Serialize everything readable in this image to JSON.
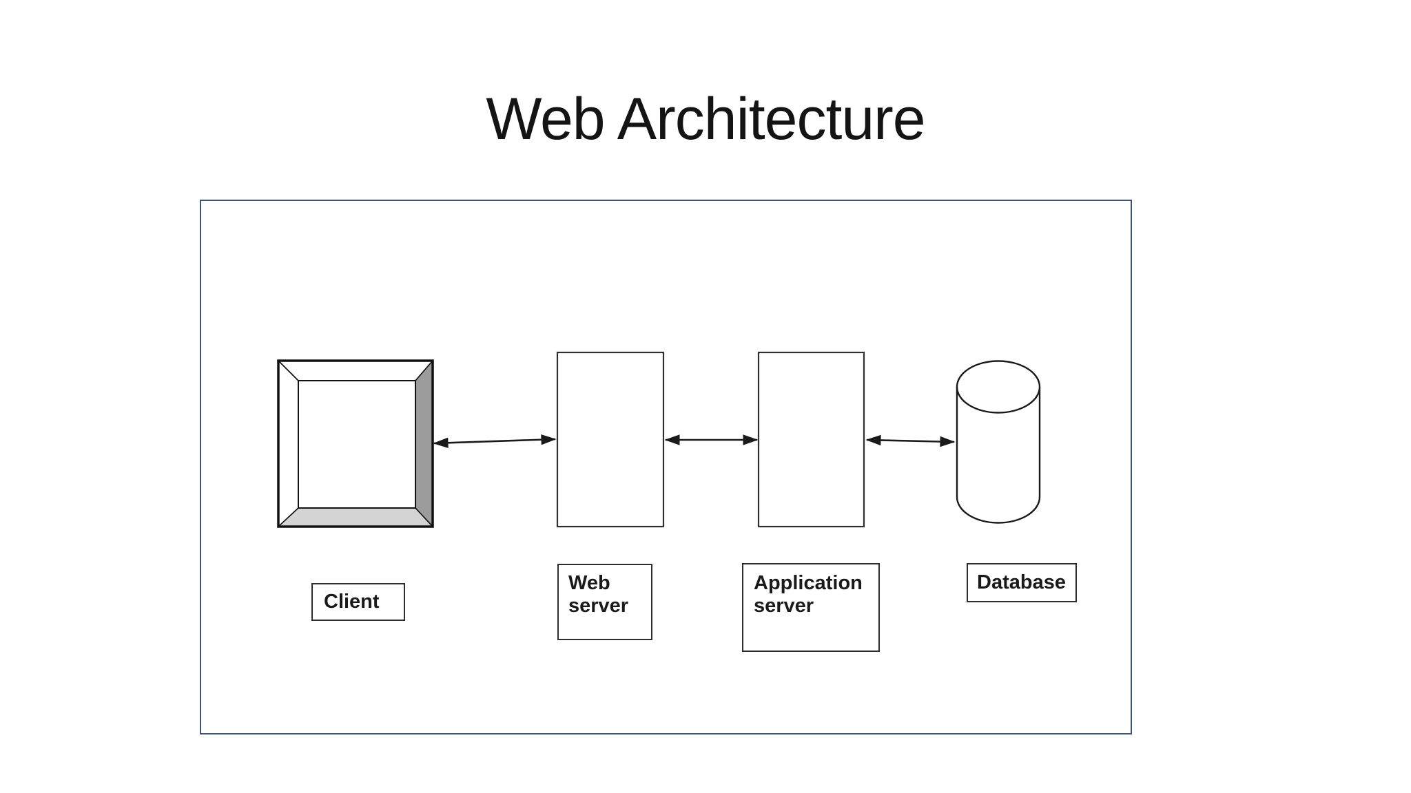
{
  "page": {
    "title": "Web Architecture",
    "background_color": "#ffffff"
  },
  "diagram": {
    "frame_border_color": "#3f5572",
    "nodes": {
      "client": {
        "label": "Client",
        "shape": "monitor-frame",
        "bevel_side_color": "#9c9c9c",
        "bevel_bottom_color": "#d4d4d4"
      },
      "web_server": {
        "label": "Web server",
        "shape": "rectangle"
      },
      "app_server": {
        "label": "Application server",
        "shape": "rectangle"
      },
      "database": {
        "label": "Database",
        "shape": "cylinder"
      }
    },
    "connections": [
      {
        "from": "client",
        "to": "web_server",
        "type": "double-headed-arrow"
      },
      {
        "from": "web_server",
        "to": "app_server",
        "type": "double-headed-arrow"
      },
      {
        "from": "app_server",
        "to": "database",
        "type": "double-headed-arrow"
      }
    ],
    "line_color": "#1a1a1a"
  }
}
